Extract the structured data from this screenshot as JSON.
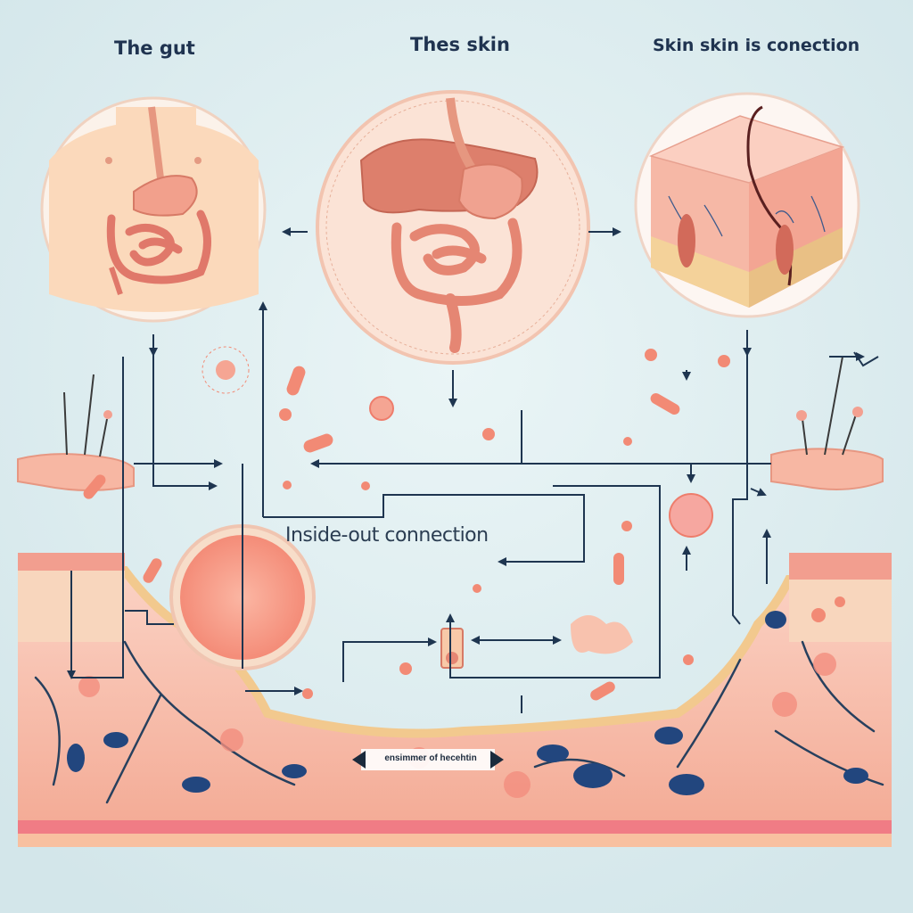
{
  "titles": {
    "gut": "The gut",
    "skin": "Thes skin",
    "connection": "Skin skin is conection",
    "center": "Inside-out connection"
  },
  "banner": {
    "label": "ensimmer of hecehtin"
  },
  "colors": {
    "background": "#dcecef",
    "arrow": "#1e3550",
    "skin": "#f7b7a3",
    "organ": "#e88a78",
    "vessel": "#27405e",
    "cell": "#2a4a80"
  }
}
